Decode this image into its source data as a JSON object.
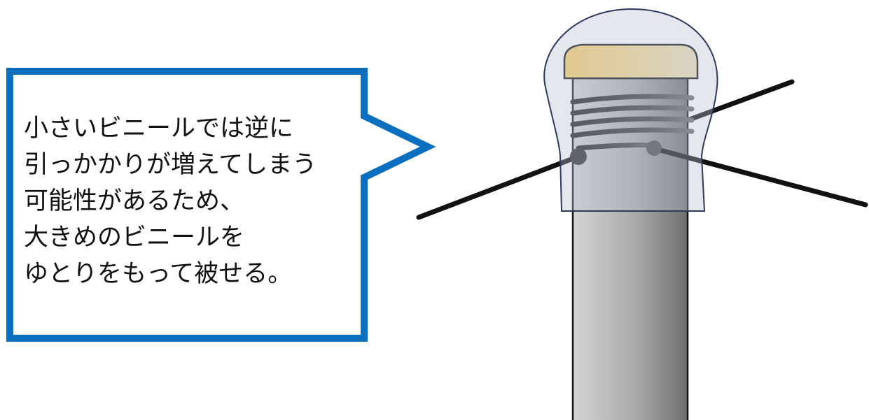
{
  "callout": {
    "lines": [
      "小さいビニールでは逆に",
      "引っかかりが増えてしまう",
      "可能性があるため、",
      "大きめのビニールを",
      "ゆとりをもって被せる。"
    ]
  },
  "colors": {
    "callout_border": "#0b6fc0",
    "pole_light": "#d2d2d2",
    "pole_dark": "#767676",
    "cap_light": "#f9d06e",
    "cap_dark": "#eadfb6",
    "wire": "#111111",
    "bag_tint": "#b9c1cf"
  },
  "icons": {
    "pole": "utility-pole",
    "cap": "pole-cap",
    "bag": "vinyl-bag-cover"
  }
}
